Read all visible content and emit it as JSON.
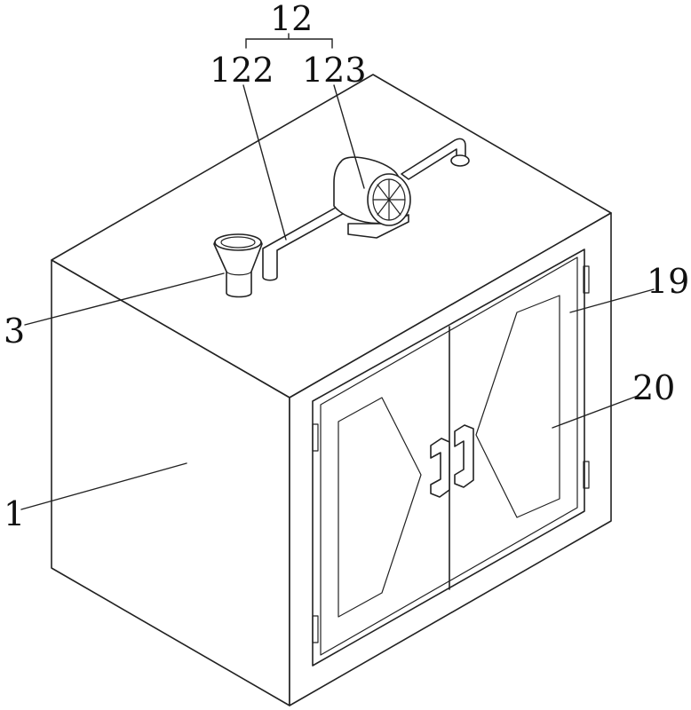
{
  "labels": {
    "group": "12",
    "pipe": "122",
    "fan": "123",
    "funnel": "3",
    "body": "1",
    "door_frame": "19",
    "window": "20"
  }
}
